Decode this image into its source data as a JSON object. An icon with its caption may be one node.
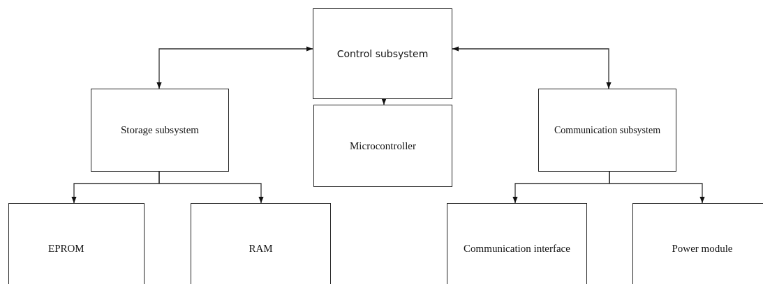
{
  "diagram": {
    "nodes": [
      {
        "text": [
          "Control subsystem"
        ]
      },
      {
        "text": [
          "Storage subsystem"
        ]
      },
      {
        "text": [
          "Microcontroller"
        ]
      },
      {
        "text": [
          "Communication subsystem"
        ]
      },
      {
        "text": [
          "EPROM"
        ]
      },
      {
        "text": [
          "RAM"
        ]
      },
      {
        "text": [
          "Communication interface"
        ]
      },
      {
        "text": [
          "Power module"
        ]
      }
    ],
    "edges": [
      {
        "from": 0,
        "to": 1,
        "arrow": "both"
      },
      {
        "from": 0,
        "to": 3,
        "arrow": "both"
      },
      {
        "from": 0,
        "to": 2,
        "arrow": "to"
      },
      {
        "from": 1,
        "to": 4,
        "arrow": "to"
      },
      {
        "from": 1,
        "to": 5,
        "arrow": "to"
      },
      {
        "from": 3,
        "to": 6,
        "arrow": "to"
      },
      {
        "from": 3,
        "to": 7,
        "arrow": "to"
      }
    ]
  }
}
